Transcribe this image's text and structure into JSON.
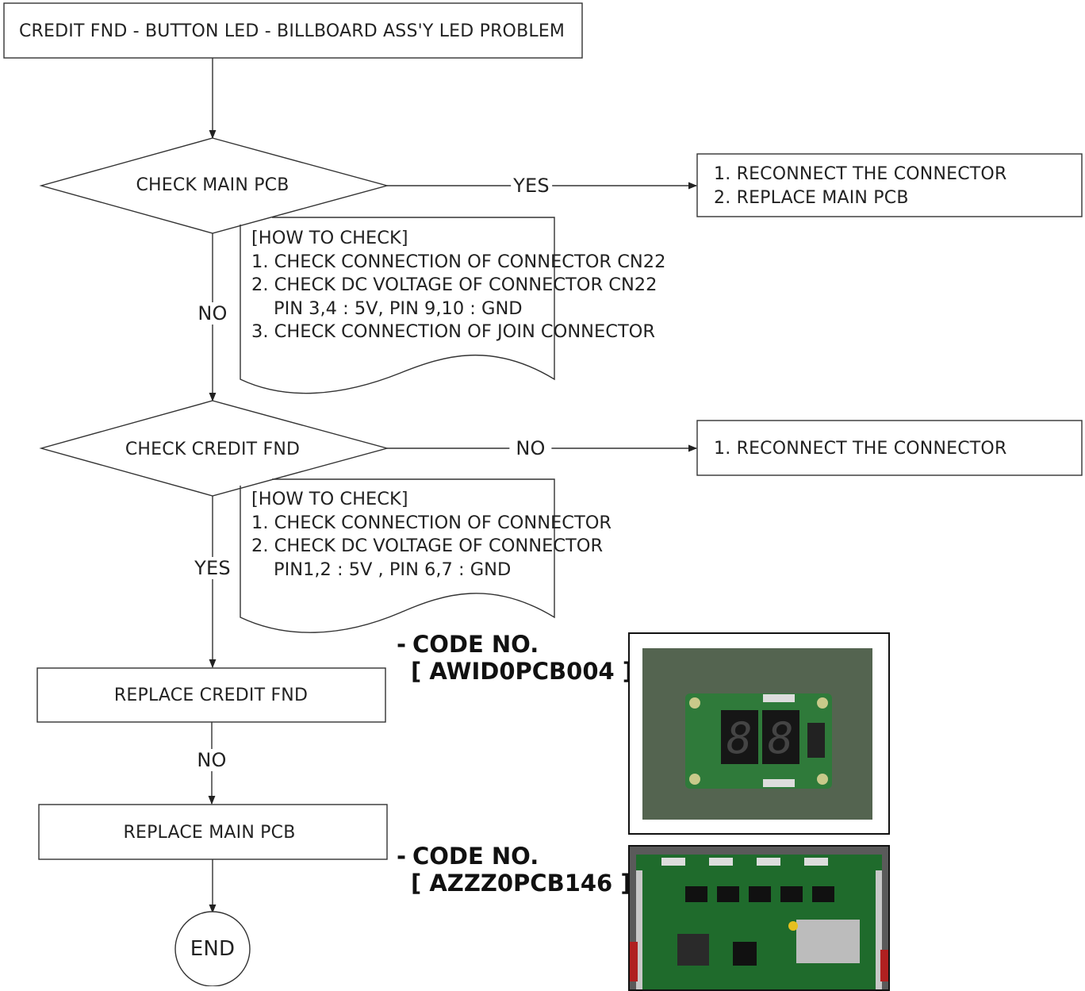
{
  "title": "CREDIT FND - BUTTON LED - BILLBOARD ASS'Y LED PROBLEM",
  "decision1": {
    "label": "CHECK MAIN PCB",
    "yes_label": "YES",
    "no_label": "NO",
    "action_lines": [
      "1. RECONNECT THE CONNECTOR",
      "2. REPLACE MAIN PCB"
    ],
    "how_to_check": [
      "[HOW TO CHECK]",
      "1. CHECK CONNECTION OF CONNECTOR CN22",
      "2. CHECK DC VOLTAGE OF CONNECTOR CN22",
      "PIN 3,4 : 5V, PIN 9,10 : GND",
      "3. CHECK CONNECTION OF JOIN CONNECTOR"
    ]
  },
  "decision2": {
    "label": "CHECK CREDIT FND",
    "no_label": "NO",
    "yes_label": "YES",
    "action_lines": [
      "1. RECONNECT THE  CONNECTOR"
    ],
    "how_to_check": [
      "[HOW TO CHECK]",
      "1. CHECK CONNECTION OF CONNECTOR",
      "2. CHECK DC VOLTAGE OF CONNECTOR",
      "PIN1,2 :  5V ,  PIN 6,7 : GND"
    ]
  },
  "step_replace_fnd": {
    "label": "REPLACE CREDIT FND",
    "no_label": "NO"
  },
  "step_replace_pcb": {
    "label": "REPLACE MAIN PCB"
  },
  "end_label": "END",
  "codes": [
    {
      "dash": "-",
      "heading": "CODE NO.",
      "number": "[ AWID0PCB004 ]"
    },
    {
      "dash": "-",
      "heading": "CODE NO.",
      "number": "[ AZZZ0PCB146 ]"
    }
  ],
  "colors": {
    "line": "#222222",
    "pcb_green": "#2f7a3a",
    "pcb_board": "#1f6b2c"
  }
}
